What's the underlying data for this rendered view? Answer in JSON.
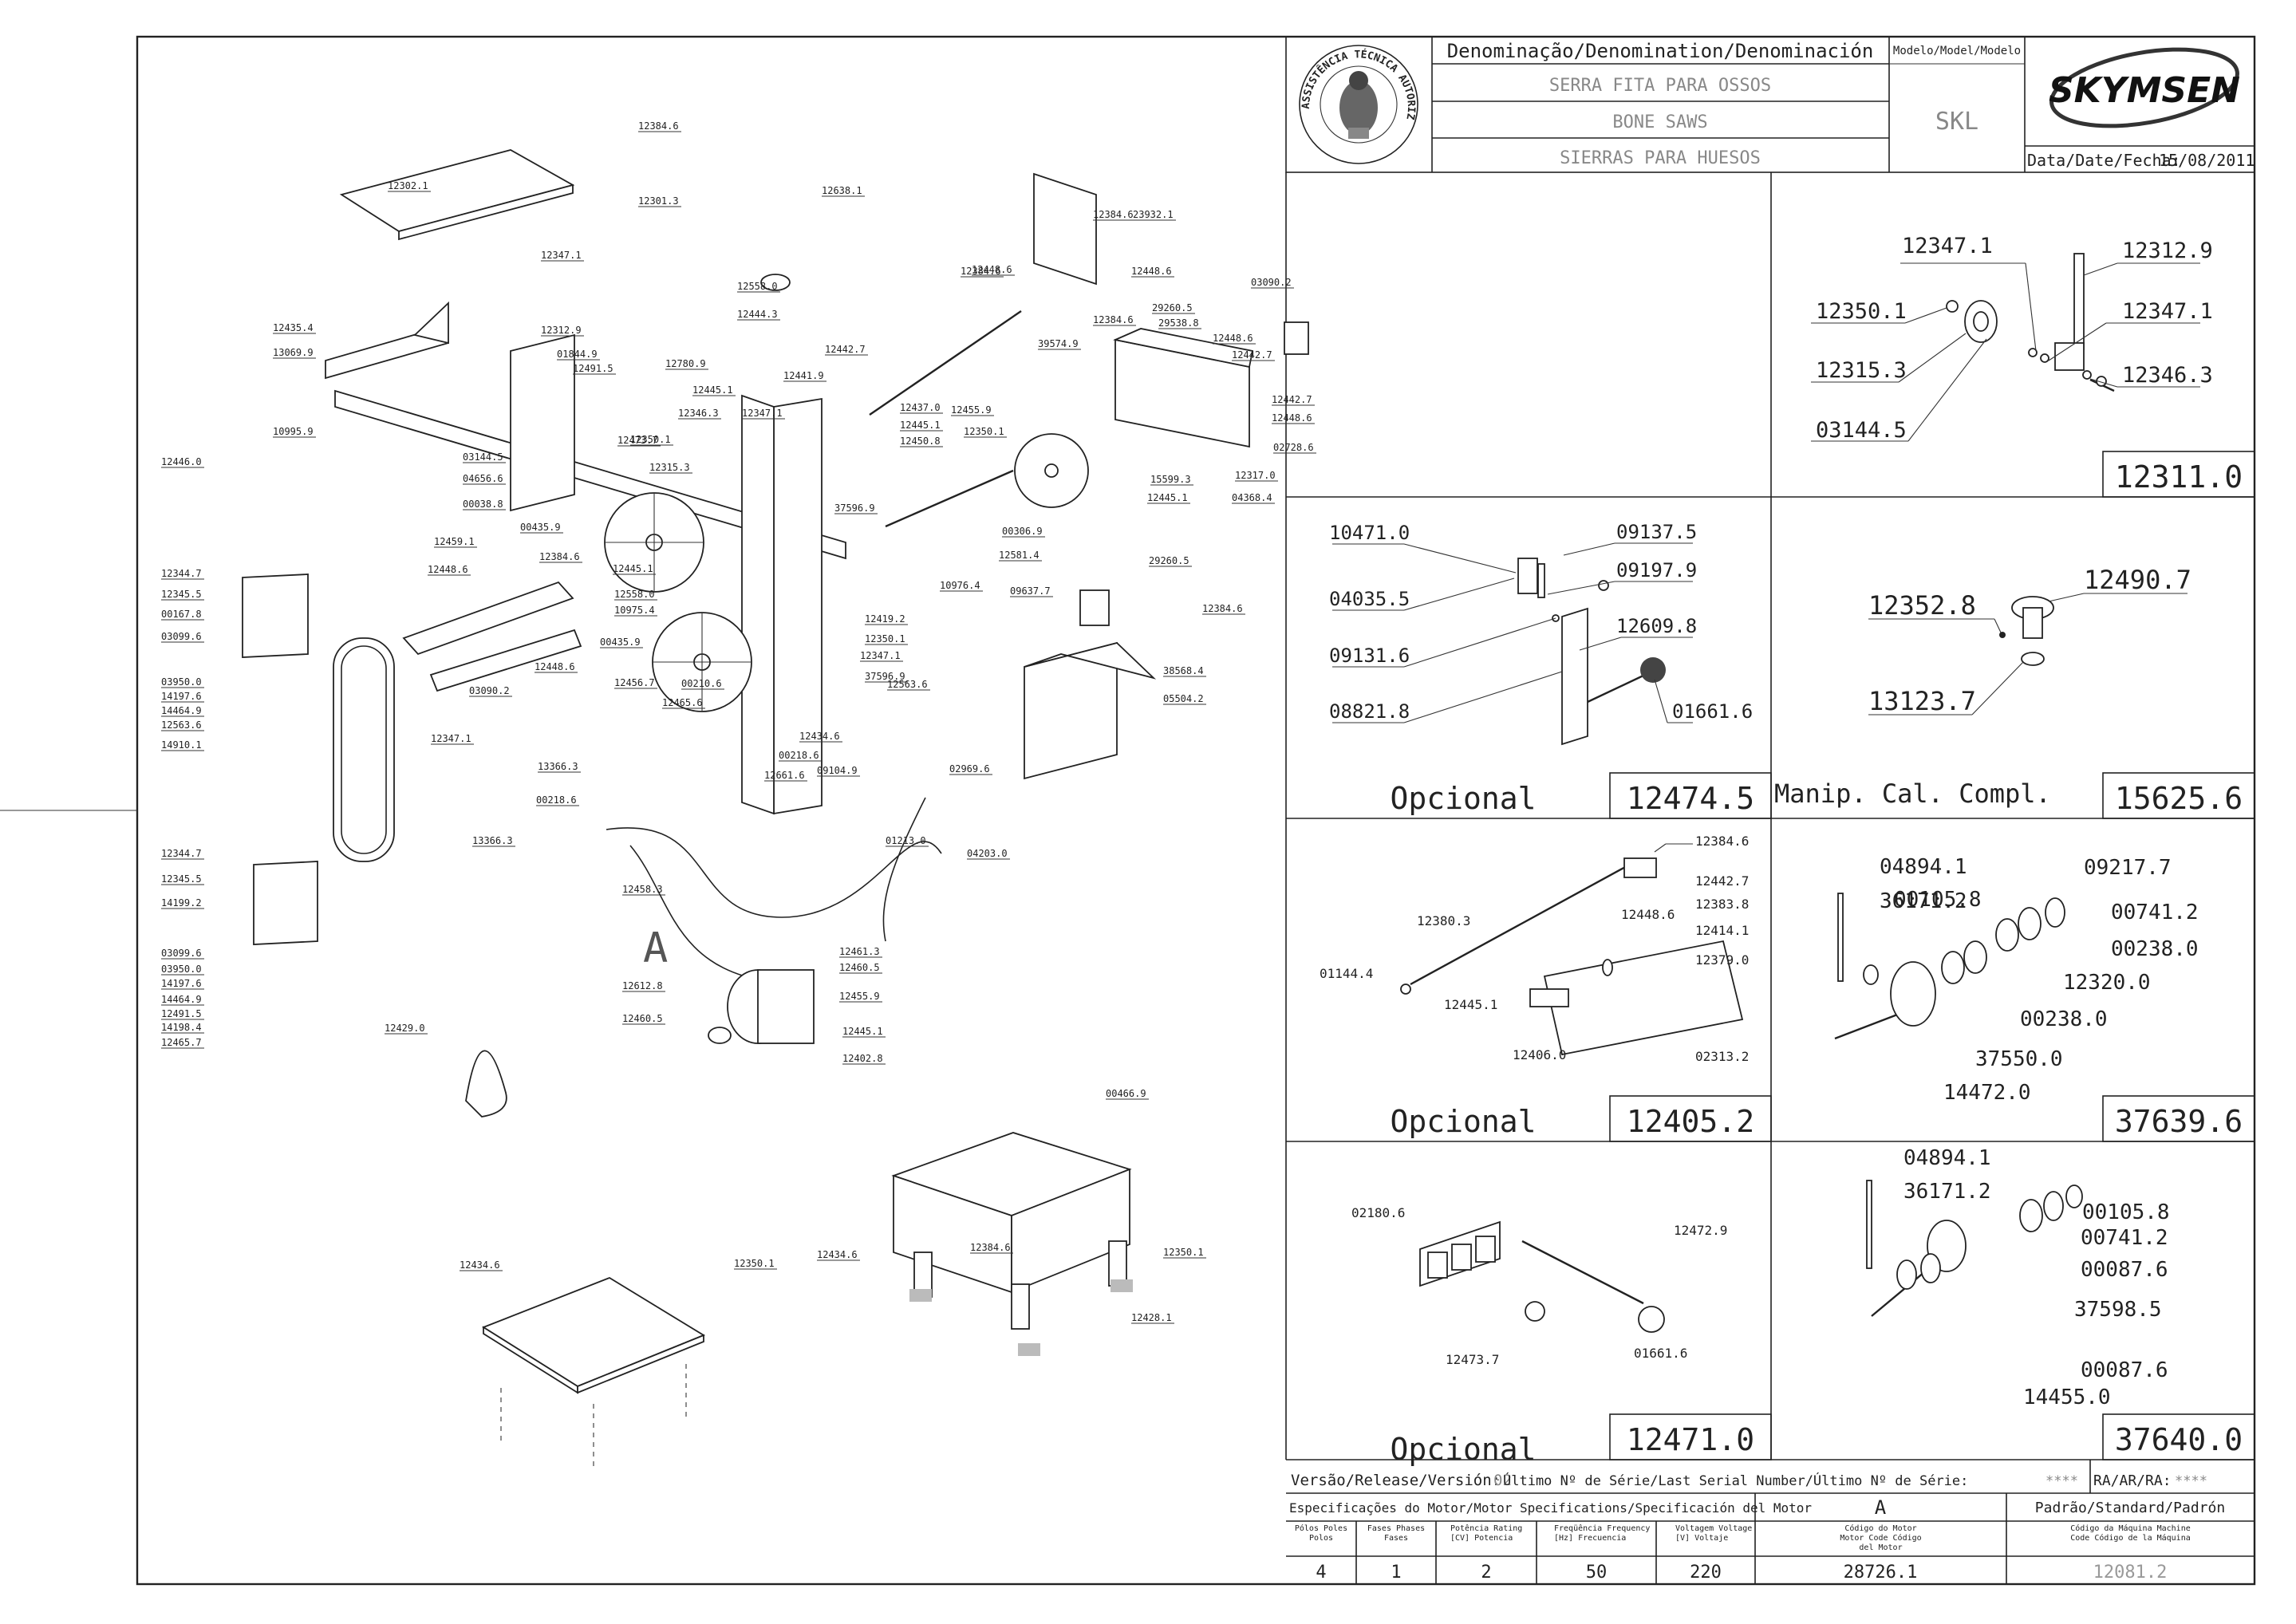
{
  "title_block": {
    "denomination_header": "Denominação/Denomination/Denominación",
    "name_pt": "SERRA FITA PARA OSSOS",
    "name_en": "BONE SAWS",
    "name_es": "SIERRAS PARA HUESOS",
    "model_header": "Modelo/Model/Modelo",
    "model": "SKL",
    "brand": "SKYMSEN",
    "seal_text": "ASSISTÊNCIA TÉCNICA AUTORIZADA",
    "date_label": "Data/Date/Fecha:",
    "date": "15/08/2011"
  },
  "panels": [
    {
      "id": "12311.0",
      "caption": "",
      "labels": [
        "12347.1",
        "12312.9",
        "12350.1",
        "12347.1",
        "12315.3",
        "12346.3",
        "03144.5"
      ]
    },
    {
      "id": "12474.5",
      "caption": "Opcional",
      "labels": [
        "10471.0",
        "09137.5",
        "09197.9",
        "04035.5",
        "12609.8",
        "09131.6",
        "01661.6",
        "08821.8"
      ]
    },
    {
      "id": "15625.6",
      "caption": "Manip. Cal. Compl.",
      "labels": [
        "12352.8",
        "12490.7",
        "13123.7"
      ]
    },
    {
      "id": "12405.2",
      "caption": "Opcional",
      "labels": [
        "12384.6",
        "12442.7",
        "12383.8",
        "12380.3",
        "12448.6",
        "12414.1",
        "01144.4",
        "12379.0",
        "12445.1",
        "12406.0",
        "02313.2"
      ]
    },
    {
      "id": "37639.6",
      "caption": "",
      "labels": [
        "04894.1",
        "36171.2",
        "09217.7",
        "00105.8",
        "00741.2",
        "00238.0",
        "12320.0",
        "00238.0",
        "37550.0",
        "14472.0"
      ]
    },
    {
      "id": "12471.0",
      "caption": "Opcional",
      "labels": [
        "02180.6",
        "12472.9",
        "12473.7",
        "01661.6"
      ]
    },
    {
      "id": "37640.0",
      "caption": "",
      "labels": [
        "04894.1",
        "36171.2",
        "00105.8",
        "00741.2",
        "00087.6",
        "37598.5",
        "00087.6",
        "14455.0"
      ]
    }
  ],
  "main_labels": [
    "12384.6",
    "12302.1",
    "12301.3",
    "12638.1",
    "12384.6",
    "12448.6",
    "12435.4",
    "13069.9",
    "10995.9",
    "12347.1",
    "12312.9",
    "01844.9",
    "12491.5",
    "12780.9",
    "12445.1",
    "12346.3",
    "12347.1",
    "12473.7",
    "12350.1",
    "12315.3",
    "03144.5",
    "04656.6",
    "00038.8",
    "12558.0",
    "12444.3",
    "12441.9",
    "12442.7",
    "12437.0",
    "12445.1",
    "12450.8",
    "12384.6",
    "23932.1",
    "12448.6",
    "12384.6",
    "29260.5",
    "29538.8",
    "03090.2",
    "39574.9",
    "12448.6",
    "12442.7",
    "12442.7",
    "12448.6",
    "02728.6",
    "12317.0",
    "04368.4",
    "15599.3",
    "12445.1",
    "12455.9",
    "12350.1",
    "00306.9",
    "12581.4",
    "10976.4",
    "37596.9",
    "00435.9",
    "12384.6",
    "12459.1",
    "12448.6",
    "12445.1",
    "12558.0",
    "10975.4",
    "12419.2",
    "12350.1",
    "12347.1",
    "37596.9",
    "00435.9",
    "12456.7",
    "00210.6",
    "12465.6",
    "12448.6",
    "03090.2",
    "29260.5",
    "09637.7",
    "12384.6",
    "38568.4",
    "05504.2",
    "12563.6",
    "12446.0",
    "12344.7",
    "12345.5",
    "00167.8",
    "03099.6",
    "03950.0",
    "14197.6",
    "14464.9",
    "12563.6",
    "14910.1",
    "12347.1",
    "12434.6",
    "00218.6",
    "09104.9",
    "02969.6",
    "13366.3",
    "12661.6",
    "00218.6",
    "01213.0",
    "04203.0",
    "13366.3",
    "12458.3",
    "12344.7",
    "12345.5",
    "14199.2",
    "03099.6",
    "03950.0",
    "14197.6",
    "14464.9",
    "12491.5",
    "14198.4",
    "12465.7",
    "12461.3",
    "12460.5",
    "12455.9",
    "12612.8",
    "12460.5",
    "12445.1",
    "12402.8",
    "12429.0",
    "00466.9",
    "12434.6",
    "12384.6",
    "12350.1",
    "12428.1",
    "12434.6",
    "12350.1"
  ],
  "main_letter": "A",
  "footer": {
    "version_label": "Versão/Release/Versión:",
    "version": "02",
    "serial_label": "Último Nº de Série/Last Serial Number/Último Nº de Série:",
    "serial": "****",
    "ra_label": "RA/AR/RA:",
    "ra": "****",
    "motor_spec_label": "Especificações do Motor/Motor Specifications/Specificación del Motor",
    "motor_letter": "A",
    "standard_label": "Padrão/Standard/Padrón",
    "poles_label": "Pólos Poles Polos",
    "phases_label": "Fases Phases Fases",
    "power_label": "Potência Rating [CV] Potencia",
    "frequency_label": "Freqüência Frequency [Hz] Frecuencia",
    "voltage_label": "Voltagem Voltage [V] Voltaje",
    "motor_code_label": "Código do Motor Motor Code Código del Motor",
    "machine_code_label": "Código da Máquina Machine Code Código de la Máquina",
    "poles": "4",
    "phases": "1",
    "power": "2",
    "frequency": "50",
    "voltage": "220",
    "motor_code": "28726.1",
    "machine_code": "12081.2"
  }
}
